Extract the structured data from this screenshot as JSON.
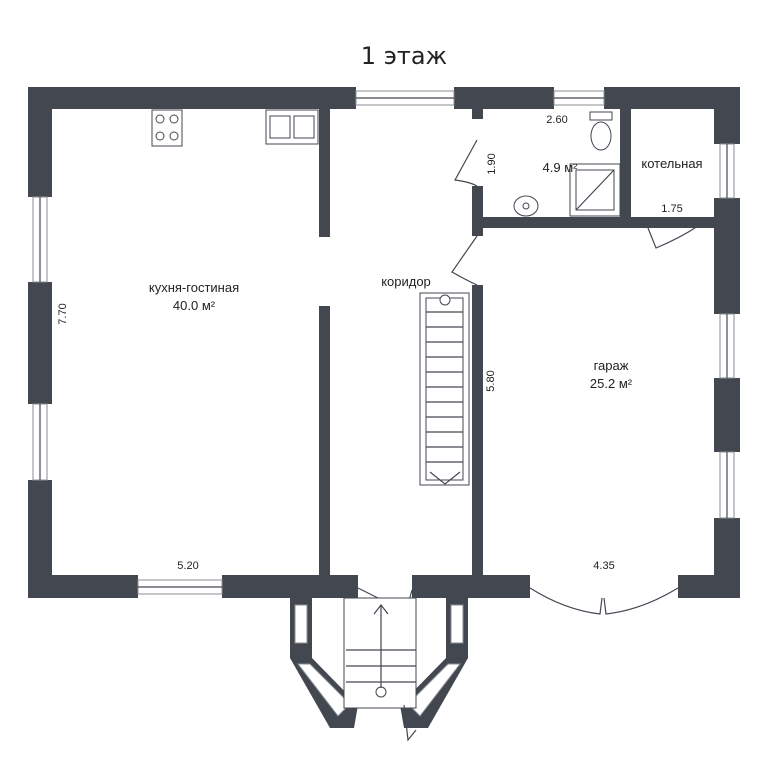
{
  "title": "1 этаж",
  "rooms": {
    "kitchen": {
      "name": "кухня-гостиная",
      "area": "40.0 м²"
    },
    "corridor": {
      "name": "коридор"
    },
    "bathroom": {
      "area": "4.9 м²"
    },
    "boiler": {
      "name": "котельная"
    },
    "garage": {
      "name": "гараж",
      "area": "25.2 м²"
    }
  },
  "dimensions": {
    "kitchen_height": "7.70",
    "kitchen_width": "5.20",
    "bath_width": "2.60",
    "bath_height": "1.90",
    "boiler_width": "1.75",
    "corridor_height": "5.80",
    "garage_width": "4.35"
  },
  "colors": {
    "wall": "#434750",
    "background": "#ffffff"
  }
}
